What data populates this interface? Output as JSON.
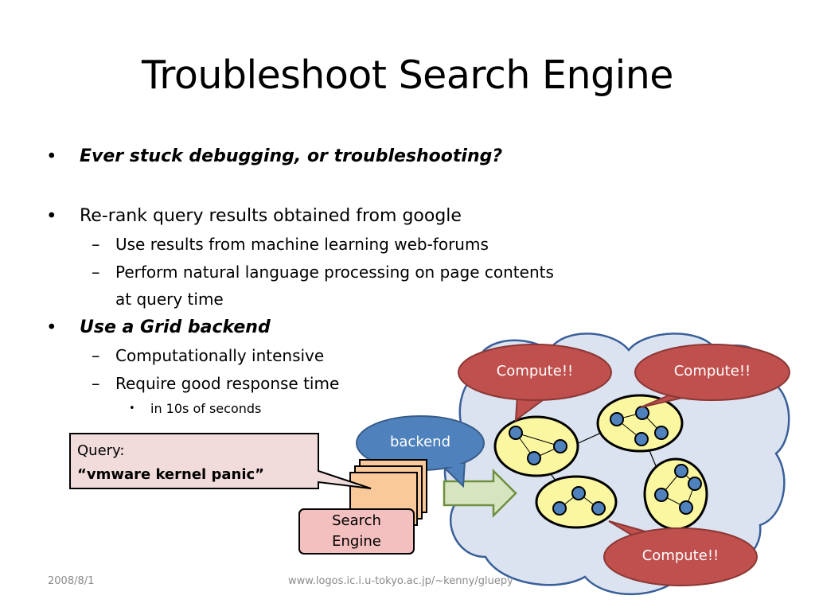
{
  "slide": {
    "title": "Troubleshoot Search Engine",
    "bullets": [
      {
        "marker": "•",
        "text": "Ever stuck debugging, or troubleshooting?"
      },
      {
        "marker": "•",
        "text": "Re-rank query results obtained from google"
      },
      {
        "marker": "–",
        "text": "Use results from machine learning web-forums"
      },
      {
        "marker": "–",
        "text": "Perform natural language processing on page contents"
      },
      {
        "marker": "",
        "text": "at query time"
      },
      {
        "marker": "•",
        "text": "Use a Grid backend"
      },
      {
        "marker": "–",
        "text": "Computationally intensive"
      },
      {
        "marker": "–",
        "text": "Require good response time"
      },
      {
        "marker": "•",
        "text": "in 10s of seconds"
      }
    ]
  },
  "diagram": {
    "query_label": "Query:",
    "query_text": "“vmware kernel panic”",
    "backend_label": "backend",
    "search_engine_label_1": "Search",
    "search_engine_label_2": "Engine",
    "compute_labels": [
      "Compute!!",
      "Compute!!",
      "Compute!!"
    ]
  },
  "footer": {
    "date": "2008/8/1",
    "url": "www.logos.ic.i.u-tokyo.ac.jp/~kenny/gluepy"
  },
  "colors": {
    "cloud_fill": "#dbe3f0",
    "cloud_stroke": "#3a5f99",
    "cluster_fill": "#fbf7a0",
    "node_fill": "#4f81bd",
    "callout_red": "#c0504d",
    "backend_blue": "#4f81bd",
    "search_engine_fill": "#f3bfbf",
    "page_fill": "#f9c99a",
    "arrow_green": "#d6e5c0",
    "query_box_fill": "#f2dcdb"
  }
}
